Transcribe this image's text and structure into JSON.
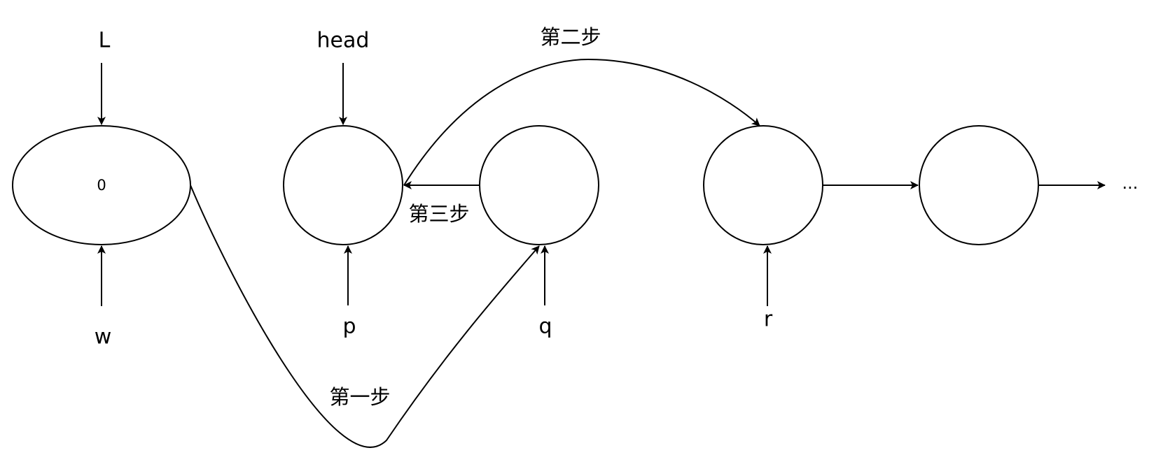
{
  "diagram": {
    "nodes": {
      "n0": {
        "text": "0"
      },
      "n1": {
        "text": ""
      },
      "n2": {
        "text": ""
      },
      "n3": {
        "text": ""
      },
      "n4": {
        "text": ""
      }
    },
    "pointers": {
      "L": "L",
      "head": "head",
      "w": "w",
      "p": "p",
      "q": "q",
      "r": "r"
    },
    "steps": {
      "step1": "第一步",
      "step2": "第二步",
      "step3": "第三步"
    },
    "ellipsis": "..."
  }
}
